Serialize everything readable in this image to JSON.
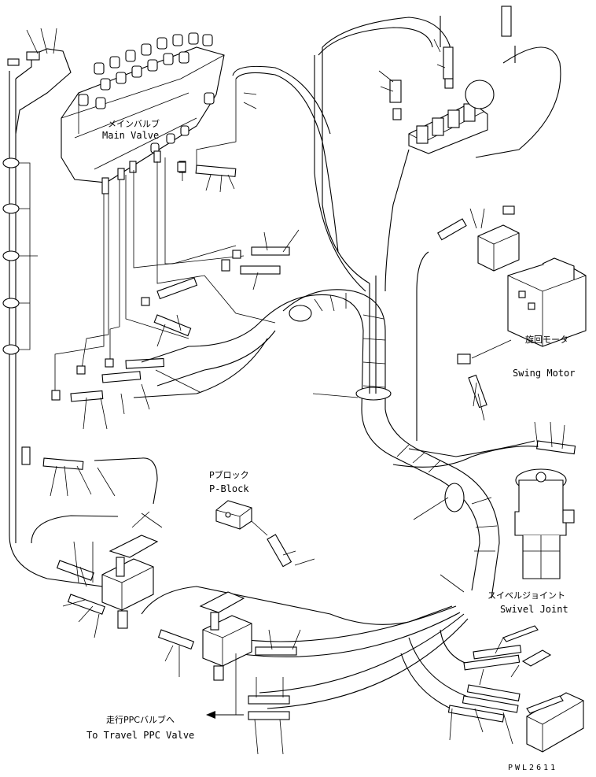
{
  "labels": {
    "main_valve_jp": "メインバルブ",
    "main_valve_en": "Main Valve",
    "swing_motor_jp": "旋回モータ",
    "swing_motor_en": "Swing Motor",
    "p_block_jp": "Pブロック",
    "p_block_en": "P-Block",
    "swivel_joint_jp": "スイベルジョイント",
    "swivel_joint_en": "Swivel Joint",
    "travel_ppc_jp": "走行PPCバルブへ",
    "travel_ppc_en": "To Travel PPC Valve",
    "drawing_code": "PWL2611"
  }
}
